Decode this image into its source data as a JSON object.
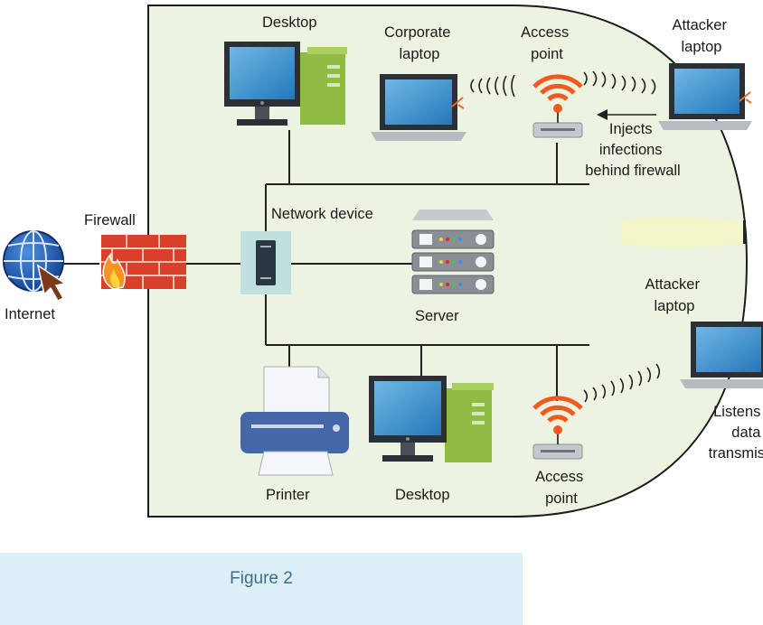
{
  "diagram": {
    "labels": {
      "internet": "Internet",
      "firewall": "Firewall",
      "network_device": "Network device",
      "server": "Server",
      "desktop_top": "Desktop",
      "corporate_laptop": [
        "Corporate",
        "laptop"
      ],
      "access_point_top": [
        "Access",
        "point"
      ],
      "attacker_laptop_top": [
        "Attacker",
        "laptop"
      ],
      "injects_note": [
        "Injects",
        "infections",
        "behind firewall"
      ],
      "attacker_laptop_bottom": [
        "Attacker",
        "laptop"
      ],
      "listens_note": [
        "Listens",
        "data",
        "transmis"
      ],
      "printer": "Printer",
      "desktop_bottom": "Desktop",
      "access_point_bottom": [
        "Access",
        "point"
      ]
    },
    "colors": {
      "zone_fill": "#edf3e1",
      "wifi_orange": "#f05a1e",
      "firewall_red": "#d8402a",
      "server_gray": "#8a8f96",
      "monitor_blue": "#2a87c8",
      "tower_green": "#8dbb44"
    }
  },
  "caption": {
    "text": "Figure 2"
  }
}
